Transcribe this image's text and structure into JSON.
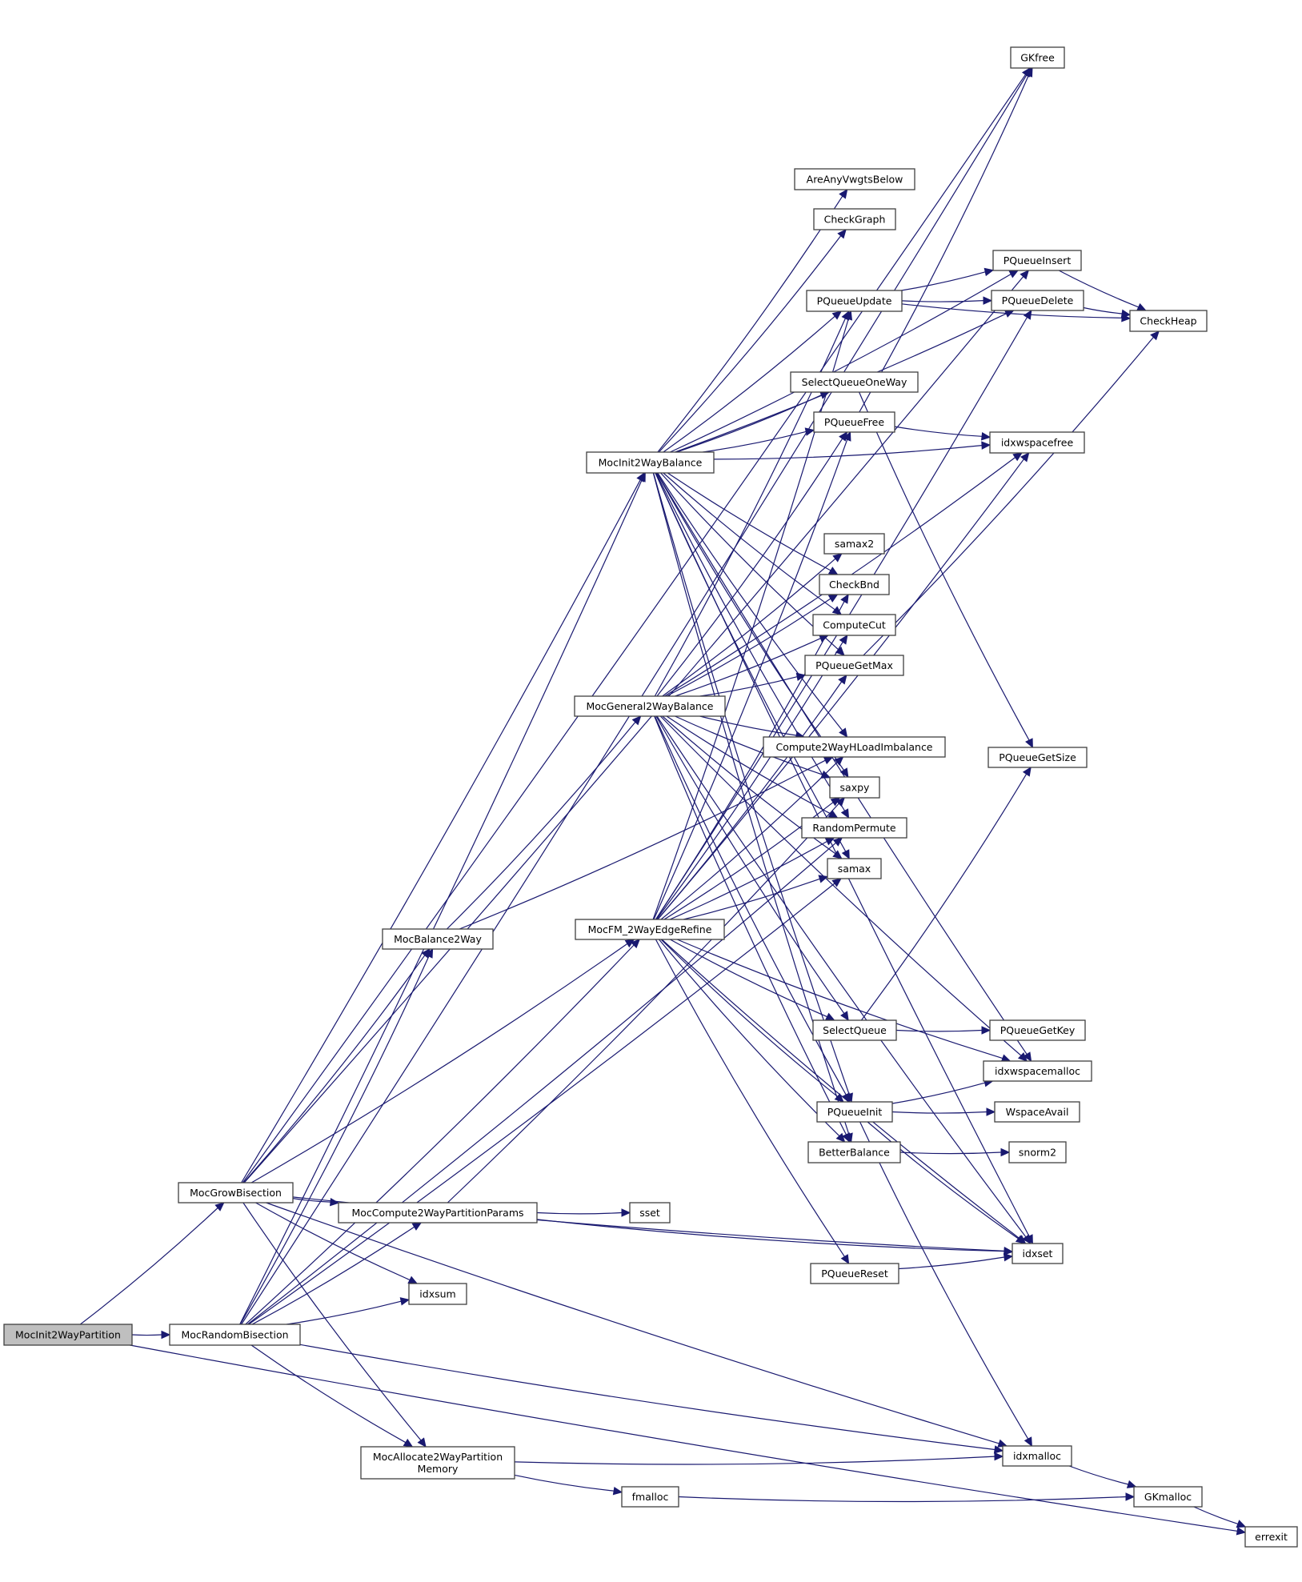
{
  "title": "MocInit2WayPartition call graph",
  "colors": {
    "edge": "#191970",
    "root_fill": "#bfbfbf",
    "node_fill": "#ffffff",
    "node_border": "#404040"
  },
  "root": "MocInit2WayPartition",
  "nodes": [
    {
      "id": "MocInit2WayPartition",
      "label": [
        "MocInit2WayPartition"
      ],
      "root": true
    },
    {
      "id": "MocGrowBisection",
      "label": [
        "MocGrowBisection"
      ]
    },
    {
      "id": "MocRandomBisection",
      "label": [
        "MocRandomBisection"
      ]
    },
    {
      "id": "GKfree",
      "label": [
        "GKfree"
      ]
    },
    {
      "id": "MocInit2WayBalance",
      "label": [
        "MocInit2WayBalance"
      ]
    },
    {
      "id": "MocBalance2Way",
      "label": [
        "MocBalance2Way"
      ]
    },
    {
      "id": "MocGeneral2WayBalance",
      "label": [
        "MocGeneral2WayBalance"
      ]
    },
    {
      "id": "MocFM_2WayEdgeRefine",
      "label": [
        "MocFM_2WayEdgeRefine"
      ]
    },
    {
      "id": "MocCompute2WayPartitionParams",
      "label": [
        "MocCompute2WayPartitionParams"
      ]
    },
    {
      "id": "sset",
      "label": [
        "sset"
      ]
    },
    {
      "id": "idxsum",
      "label": [
        "idxsum"
      ]
    },
    {
      "id": "MocAllocate2WayPartitionMemory",
      "label": [
        "MocAllocate2WayPartition",
        "Memory"
      ]
    },
    {
      "id": "fmalloc",
      "label": [
        "fmalloc"
      ]
    },
    {
      "id": "AreAnyVwgtsBelow",
      "label": [
        "AreAnyVwgtsBelow"
      ]
    },
    {
      "id": "CheckGraph",
      "label": [
        "CheckGraph"
      ]
    },
    {
      "id": "PQueueUpdate",
      "label": [
        "PQueueUpdate"
      ]
    },
    {
      "id": "SelectQueueOneWay",
      "label": [
        "SelectQueueOneWay"
      ]
    },
    {
      "id": "PQueueFree",
      "label": [
        "PQueueFree"
      ]
    },
    {
      "id": "samax2",
      "label": [
        "samax2"
      ]
    },
    {
      "id": "CheckBnd",
      "label": [
        "CheckBnd"
      ]
    },
    {
      "id": "ComputeCut",
      "label": [
        "ComputeCut"
      ]
    },
    {
      "id": "PQueueGetMax",
      "label": [
        "PQueueGetMax"
      ]
    },
    {
      "id": "Compute2WayHLoadImbalance",
      "label": [
        "Compute2WayHLoadImbalance"
      ]
    },
    {
      "id": "saxpy",
      "label": [
        "saxpy"
      ]
    },
    {
      "id": "RandomPermute",
      "label": [
        "RandomPermute"
      ]
    },
    {
      "id": "samax",
      "label": [
        "samax"
      ]
    },
    {
      "id": "SelectQueue",
      "label": [
        "SelectQueue"
      ]
    },
    {
      "id": "PQueueInit",
      "label": [
        "PQueueInit"
      ]
    },
    {
      "id": "BetterBalance",
      "label": [
        "BetterBalance"
      ]
    },
    {
      "id": "PQueueReset",
      "label": [
        "PQueueReset"
      ]
    },
    {
      "id": "PQueueInsert",
      "label": [
        "PQueueInsert"
      ]
    },
    {
      "id": "PQueueDelete",
      "label": [
        "PQueueDelete"
      ]
    },
    {
      "id": "CheckHeap",
      "label": [
        "CheckHeap"
      ]
    },
    {
      "id": "idxwspacefree",
      "label": [
        "idxwspacefree"
      ]
    },
    {
      "id": "PQueueGetSize",
      "label": [
        "PQueueGetSize"
      ]
    },
    {
      "id": "PQueueGetKey",
      "label": [
        "PQueueGetKey"
      ]
    },
    {
      "id": "idxwspacemalloc",
      "label": [
        "idxwspacemalloc"
      ]
    },
    {
      "id": "WspaceAvail",
      "label": [
        "WspaceAvail"
      ]
    },
    {
      "id": "snorm2",
      "label": [
        "snorm2"
      ]
    },
    {
      "id": "idxset",
      "label": [
        "idxset"
      ]
    },
    {
      "id": "idxmalloc",
      "label": [
        "idxmalloc"
      ]
    },
    {
      "id": "GKmalloc",
      "label": [
        "GKmalloc"
      ]
    },
    {
      "id": "errexit",
      "label": [
        "errexit"
      ]
    }
  ],
  "edges": [
    [
      "MocInit2WayPartition",
      "MocGrowBisection"
    ],
    [
      "MocInit2WayPartition",
      "MocRandomBisection"
    ],
    [
      "MocInit2WayPartition",
      "errexit"
    ],
    [
      "MocGrowBisection",
      "GKfree"
    ],
    [
      "MocGrowBisection",
      "MocInit2WayBalance"
    ],
    [
      "MocGrowBisection",
      "MocBalance2Way"
    ],
    [
      "MocGrowBisection",
      "MocFM_2WayEdgeRefine"
    ],
    [
      "MocGrowBisection",
      "MocCompute2WayPartitionParams"
    ],
    [
      "MocGrowBisection",
      "idxsum"
    ],
    [
      "MocGrowBisection",
      "MocAllocate2WayPartitionMemory"
    ],
    [
      "MocGrowBisection",
      "idxset"
    ],
    [
      "MocGrowBisection",
      "idxmalloc"
    ],
    [
      "MocGrowBisection",
      "PQueueInsert"
    ],
    [
      "MocRandomBisection",
      "GKfree"
    ],
    [
      "MocRandomBisection",
      "MocInit2WayBalance"
    ],
    [
      "MocRandomBisection",
      "MocBalance2Way"
    ],
    [
      "MocRandomBisection",
      "MocFM_2WayEdgeRefine"
    ],
    [
      "MocRandomBisection",
      "MocCompute2WayPartitionParams"
    ],
    [
      "MocRandomBisection",
      "idxsum"
    ],
    [
      "MocRandomBisection",
      "MocAllocate2WayPartitionMemory"
    ],
    [
      "MocRandomBisection",
      "RandomPermute"
    ],
    [
      "MocRandomBisection",
      "samax"
    ],
    [
      "MocRandomBisection",
      "idxmalloc"
    ],
    [
      "MocBalance2Way",
      "MocGeneral2WayBalance"
    ],
    [
      "MocBalance2Way",
      "Compute2WayHLoadImbalance"
    ],
    [
      "MocCompute2WayPartitionParams",
      "sset"
    ],
    [
      "MocCompute2WayPartitionParams",
      "saxpy"
    ],
    [
      "MocCompute2WayPartitionParams",
      "idxset"
    ],
    [
      "MocAllocate2WayPartitionMemory",
      "idxmalloc"
    ],
    [
      "MocAllocate2WayPartitionMemory",
      "fmalloc"
    ],
    [
      "fmalloc",
      "GKmalloc"
    ],
    [
      "MocInit2WayBalance",
      "AreAnyVwgtsBelow"
    ],
    [
      "MocInit2WayBalance",
      "CheckGraph"
    ],
    [
      "MocInit2WayBalance",
      "PQueueInsert"
    ],
    [
      "MocInit2WayBalance",
      "PQueueDelete"
    ],
    [
      "MocInit2WayBalance",
      "PQueueUpdate"
    ],
    [
      "MocInit2WayBalance",
      "SelectQueueOneWay"
    ],
    [
      "MocInit2WayBalance",
      "PQueueFree"
    ],
    [
      "MocInit2WayBalance",
      "idxwspacefree"
    ],
    [
      "MocInit2WayBalance",
      "CheckBnd"
    ],
    [
      "MocInit2WayBalance",
      "ComputeCut"
    ],
    [
      "MocInit2WayBalance",
      "PQueueGetMax"
    ],
    [
      "MocInit2WayBalance",
      "Compute2WayHLoadImbalance"
    ],
    [
      "MocInit2WayBalance",
      "saxpy"
    ],
    [
      "MocInit2WayBalance",
      "RandomPermute"
    ],
    [
      "MocInit2WayBalance",
      "samax"
    ],
    [
      "MocInit2WayBalance",
      "PQueueInit"
    ],
    [
      "MocInit2WayBalance",
      "BetterBalance"
    ],
    [
      "MocInit2WayBalance",
      "idxset"
    ],
    [
      "MocInit2WayBalance",
      "idxwspacemalloc"
    ],
    [
      "MocGeneral2WayBalance",
      "PQueueUpdate"
    ],
    [
      "MocGeneral2WayBalance",
      "PQueueFree"
    ],
    [
      "MocGeneral2WayBalance",
      "idxwspacefree"
    ],
    [
      "MocGeneral2WayBalance",
      "samax2"
    ],
    [
      "MocGeneral2WayBalance",
      "CheckBnd"
    ],
    [
      "MocGeneral2WayBalance",
      "ComputeCut"
    ],
    [
      "MocGeneral2WayBalance",
      "PQueueGetMax"
    ],
    [
      "MocGeneral2WayBalance",
      "Compute2WayHLoadImbalance"
    ],
    [
      "MocGeneral2WayBalance",
      "saxpy"
    ],
    [
      "MocGeneral2WayBalance",
      "RandomPermute"
    ],
    [
      "MocGeneral2WayBalance",
      "samax"
    ],
    [
      "MocGeneral2WayBalance",
      "SelectQueue"
    ],
    [
      "MocGeneral2WayBalance",
      "PQueueInit"
    ],
    [
      "MocGeneral2WayBalance",
      "BetterBalance"
    ],
    [
      "MocGeneral2WayBalance",
      "idxwspacemalloc"
    ],
    [
      "MocGeneral2WayBalance",
      "idxset"
    ],
    [
      "MocFM_2WayEdgeRefine",
      "PQueueUpdate"
    ],
    [
      "MocFM_2WayEdgeRefine",
      "PQueueFree"
    ],
    [
      "MocFM_2WayEdgeRefine",
      "CheckBnd"
    ],
    [
      "MocFM_2WayEdgeRefine",
      "ComputeCut"
    ],
    [
      "MocFM_2WayEdgeRefine",
      "PQueueGetMax"
    ],
    [
      "MocFM_2WayEdgeRefine",
      "Compute2WayHLoadImbalance"
    ],
    [
      "MocFM_2WayEdgeRefine",
      "saxpy"
    ],
    [
      "MocFM_2WayEdgeRefine",
      "RandomPermute"
    ],
    [
      "MocFM_2WayEdgeRefine",
      "samax"
    ],
    [
      "MocFM_2WayEdgeRefine",
      "idxwspacefree"
    ],
    [
      "MocFM_2WayEdgeRefine",
      "PQueueDelete"
    ],
    [
      "MocFM_2WayEdgeRefine",
      "SelectQueue"
    ],
    [
      "MocFM_2WayEdgeRefine",
      "idxwspacemalloc"
    ],
    [
      "MocFM_2WayEdgeRefine",
      "PQueueInit"
    ],
    [
      "MocFM_2WayEdgeRefine",
      "BetterBalance"
    ],
    [
      "MocFM_2WayEdgeRefine",
      "idxset"
    ],
    [
      "MocFM_2WayEdgeRefine",
      "PQueueReset"
    ],
    [
      "PQueueUpdate",
      "PQueueInsert"
    ],
    [
      "PQueueUpdate",
      "PQueueDelete"
    ],
    [
      "PQueueUpdate",
      "CheckHeap"
    ],
    [
      "PQueueInsert",
      "CheckHeap"
    ],
    [
      "PQueueDelete",
      "CheckHeap"
    ],
    [
      "SelectQueueOneWay",
      "PQueueGetSize"
    ],
    [
      "PQueueFree",
      "GKfree"
    ],
    [
      "PQueueFree",
      "idxwspacefree"
    ],
    [
      "PQueueGetMax",
      "CheckHeap"
    ],
    [
      "SelectQueue",
      "PQueueGetSize"
    ],
    [
      "SelectQueue",
      "PQueueGetKey"
    ],
    [
      "PQueueInit",
      "idxwspacemalloc"
    ],
    [
      "PQueueInit",
      "WspaceAvail"
    ],
    [
      "PQueueInit",
      "idxset"
    ],
    [
      "PQueueInit",
      "idxmalloc"
    ],
    [
      "BetterBalance",
      "snorm2"
    ],
    [
      "PQueueReset",
      "idxset"
    ],
    [
      "idxmalloc",
      "GKmalloc"
    ],
    [
      "GKmalloc",
      "errexit"
    ]
  ]
}
